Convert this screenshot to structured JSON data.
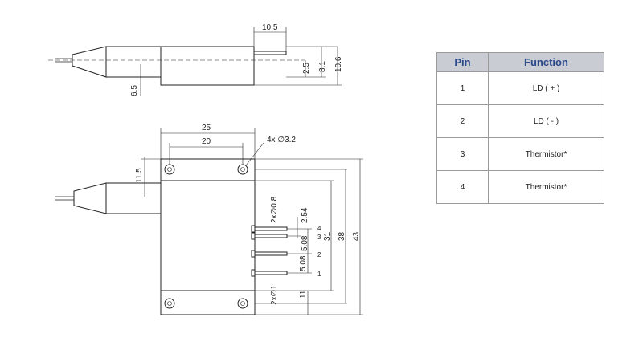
{
  "drawing": {
    "side_view": {
      "dim_length": "10.5",
      "dim_a": "2.5",
      "dim_b": "8.1",
      "dim_c": "10.6",
      "dim_fiber": "6.5"
    },
    "top_view": {
      "dim_width_outer": "25",
      "dim_width_inner": "20",
      "dim_holes": "4x ∅3.2",
      "dim_offset": "11.5",
      "dim_pin_dia": "2x∅0.8",
      "dim_pitch_top": "2.54",
      "dim_pitch_mid": "5.08",
      "dim_pitch_low": "5.08",
      "dim_pin_dia2": "2x∅1",
      "dim_bottom": "11",
      "dim_31": "31",
      "dim_38": "38",
      "dim_43": "43",
      "pin_labels": [
        "4",
        "3",
        "2",
        "1"
      ]
    }
  },
  "pin_table": {
    "headers": [
      "Pin",
      "Function"
    ],
    "rows": [
      {
        "pin": "1",
        "function": "LD ( + )"
      },
      {
        "pin": "2",
        "function": "LD ( - )"
      },
      {
        "pin": "3",
        "function": "Thermistor*"
      },
      {
        "pin": "4",
        "function": "Thermistor*"
      }
    ]
  }
}
